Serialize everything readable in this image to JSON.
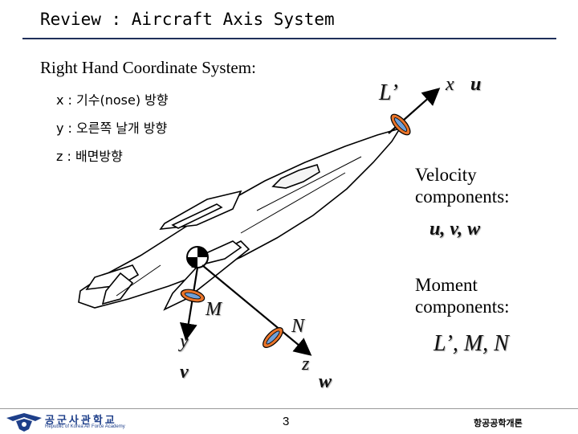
{
  "title": "Review : Aircraft Axis System",
  "subtitle": "Right Hand Coordinate System:",
  "axes": [
    {
      "text": "x : 기수(nose) 방향"
    },
    {
      "text": "y : 오른쪽 날개 방향"
    },
    {
      "text": "z : 배면방향"
    }
  ],
  "diagram": {
    "x_label": "x",
    "u_label": "u",
    "roll_label": "L’",
    "y_label": "y",
    "v_label": "v",
    "pitch_label": "M",
    "z_label": "z",
    "w_label": "w",
    "yaw_label": "N"
  },
  "velocity": {
    "heading_line1": "Velocity",
    "heading_line2": "components:",
    "values": "u, v, w"
  },
  "moment": {
    "heading_line1": "Moment",
    "heading_line2": "components:",
    "values": "L’, M, N"
  },
  "footer": {
    "page_number": "3",
    "course": "항공공학개론",
    "logo_text": "공군사관학교",
    "logo_sub": "Republic of Korea Air Force Academy"
  },
  "colors": {
    "title_rule": "#1f2f5a",
    "ring_orange": "#e8742a",
    "ring_blue": "#6fa0d8"
  }
}
